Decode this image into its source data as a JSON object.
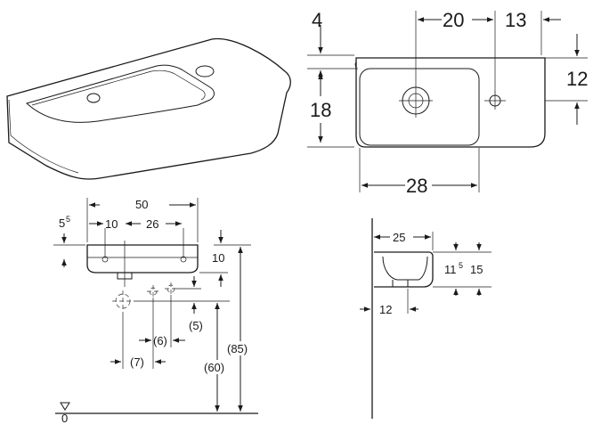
{
  "top_view": {
    "dim_top": "4",
    "dim_tap_offset": "20",
    "dim_right_edge": "13",
    "dim_right_height": "12",
    "dim_height": "18",
    "dim_width": "28"
  },
  "front_view": {
    "dim_width": "50",
    "dim_rim_base": "5",
    "dim_rim_sup": "5",
    "dim_left_offset": "10",
    "dim_center_span": "26",
    "dim_depth": "10",
    "dim_waste_5": "(5)",
    "dim_waste_6": "(6)",
    "dim_waste_7": "(7)",
    "dim_height_60": "(60)",
    "dim_height_85": "(85)",
    "floor_label": "0"
  },
  "side_view": {
    "dim_projection": "25",
    "dim_115_base": "11",
    "dim_115_sup": "5",
    "dim_15": "15",
    "dim_wall": "12"
  }
}
